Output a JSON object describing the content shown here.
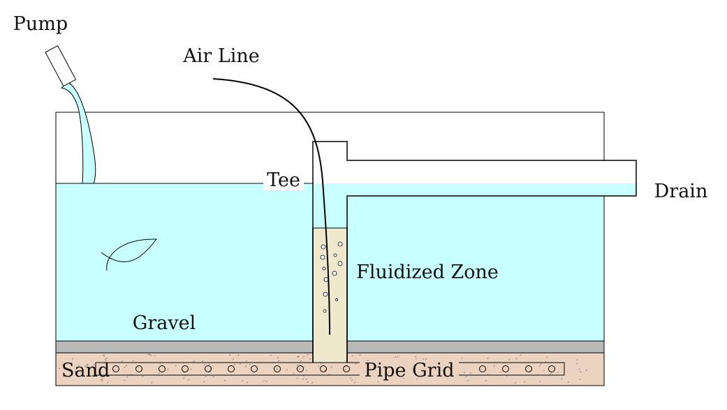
{
  "labels": {
    "pump": "Pump",
    "air_line": "Air Line",
    "tee": "Tee",
    "drain": "Drain",
    "fluidized_zone": "Fluidized Zone",
    "gravel": "Gravel",
    "sand": "Sand",
    "pipe_grid": "Pipe Grid"
  },
  "colors": {
    "water": "#c8ffff",
    "gravel": "#b9b9b9",
    "sand": "#ecd3bf",
    "fluidized_sand": "#efe8cc"
  }
}
